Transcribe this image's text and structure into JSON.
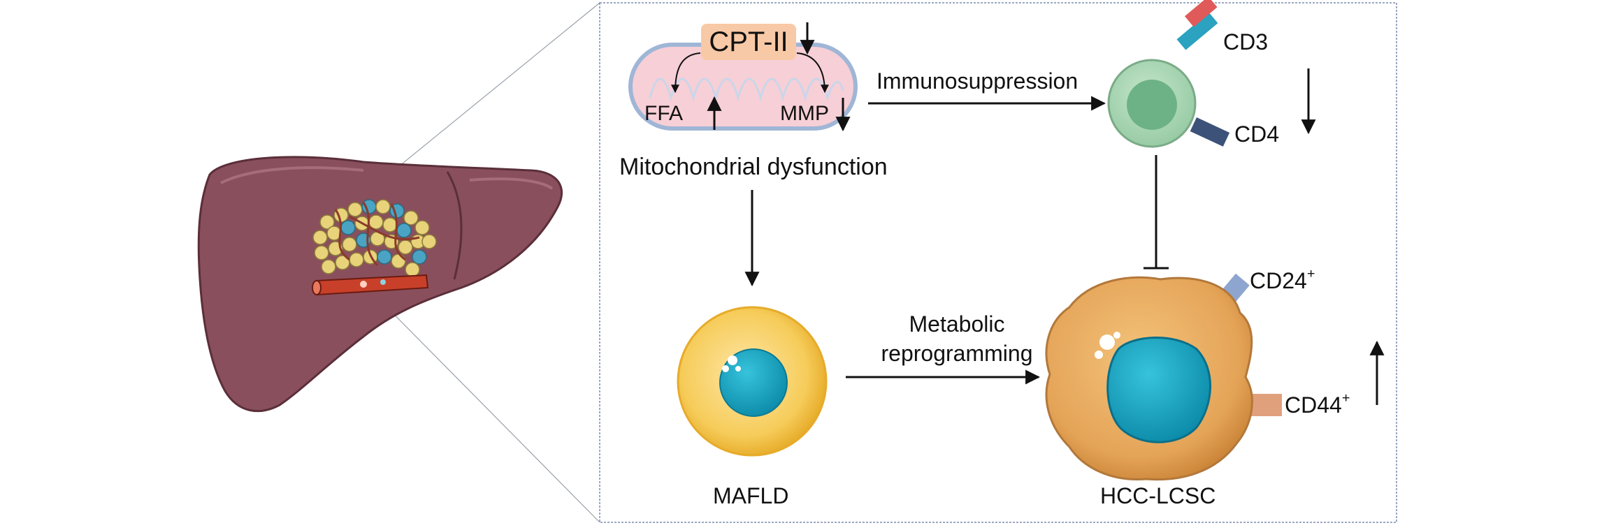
{
  "diagram": {
    "labels": {
      "cpt": "CPT-II",
      "ffa": "FFA",
      "mmp": "MMP",
      "mito": "Mitochondrial dysfunction",
      "immuno": "Immunosuppression",
      "cd3": "CD3",
      "cd4": "CD4",
      "metabolic_1": "Metabolic",
      "metabolic_2": "reprogramming",
      "mafld": "MAFLD",
      "hcc": "HCC-LCSC",
      "cd24": "CD24",
      "cd44": "CD44",
      "plus": "+"
    },
    "colors": {
      "liver": "#8a4f5c",
      "mitochondria": "#f7cfd6",
      "tcell": "#a9d6b4",
      "fat_cell": "#f5c74a",
      "nucleus": "#11a7c4",
      "cancer_cell": "#e2a357",
      "panel_border": "#7a8cb0"
    }
  }
}
